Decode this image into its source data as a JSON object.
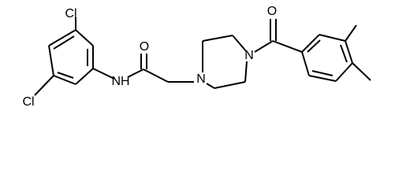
{
  "structure": {
    "atom_labels": {
      "cl_top": "Cl",
      "cl_bottom": "Cl",
      "amide_nh": "NH",
      "amide_o": "O",
      "piperazine_n1": "N",
      "piperazine_n4": "N",
      "ketone_o": "O"
    },
    "colors": {
      "bond": "#000000",
      "label": "#000000",
      "background": "#ffffff"
    }
  }
}
